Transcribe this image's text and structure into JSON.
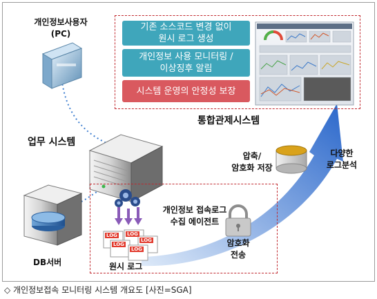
{
  "pc_label": {
    "line1": "개인정보사용자",
    "line2": "(PC)"
  },
  "work_system_label": "업무 시스템",
  "db_label": "DB서버",
  "agent_label": {
    "line1": "개인정보 접속로그",
    "line2": "수집 에이전트"
  },
  "raw_log_label": "원시 로그",
  "log_tag": "LOG",
  "encrypt_transfer_label": {
    "line1": "암호화",
    "line2": "전송"
  },
  "compress_label": {
    "line1": "압축/",
    "line2": "암호화 저장"
  },
  "analysis_label": {
    "line1": "다양한",
    "line2": "로그분석"
  },
  "integrated_label": "통합관제시스템",
  "features": [
    {
      "line1": "기존 소스코드 변경 없이",
      "line2": "원시 로그 생성"
    },
    {
      "line1": "개인정보 사용 모니터링 /",
      "line2": "이상징후 알림"
    },
    {
      "line1": "시스템 운영의 안정성 보장",
      "line2": ""
    }
  ],
  "caption": "◇ 개인정보접속 모니터링 시스템 개요도 [사진=SGA]",
  "colors": {
    "teal": "#3fa6bb",
    "red_box": "#d9595f",
    "dash_red": "#c0272d",
    "arrow_blue": "#2d6fcf"
  }
}
